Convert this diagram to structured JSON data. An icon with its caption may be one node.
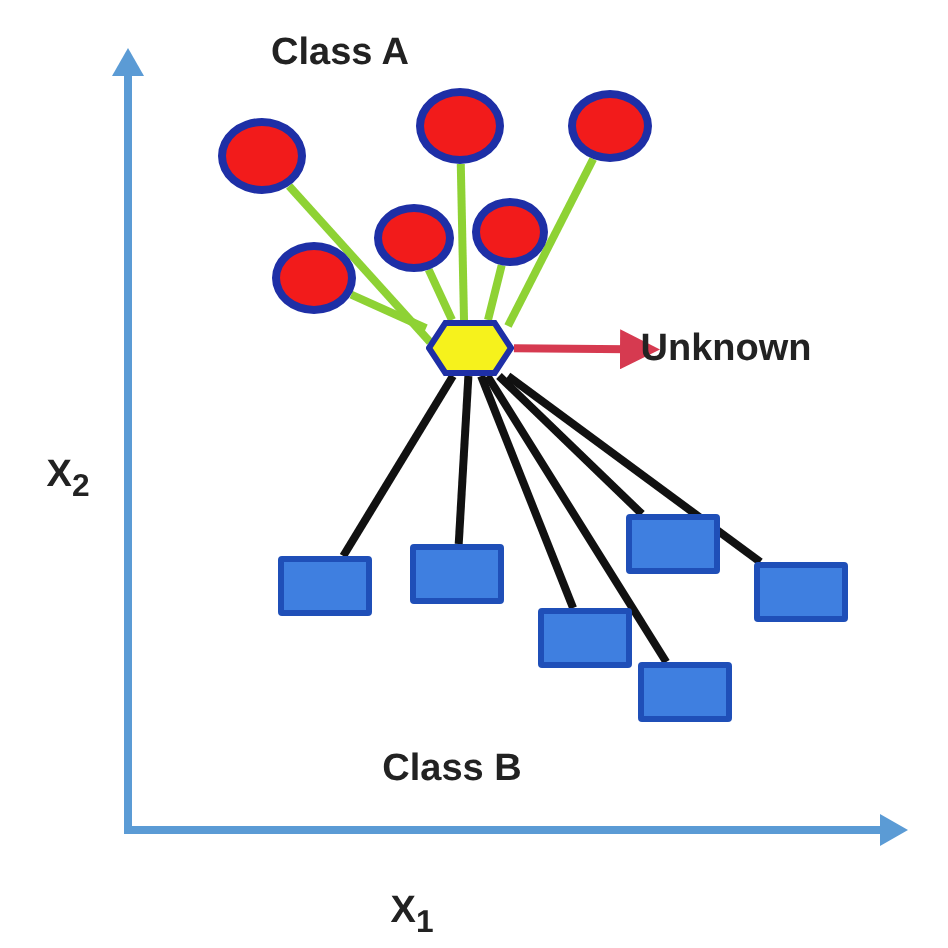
{
  "diagram": {
    "nodes": [
      {
        "text": [],
        "shape": "circle"
      },
      {
        "text": [],
        "shape": "circle"
      },
      {
        "text": [],
        "shape": "circle"
      },
      {
        "text": [],
        "shape": "circle"
      },
      {
        "text": [],
        "shape": "circle"
      },
      {
        "text": [],
        "shape": "circle"
      },
      {
        "text": [],
        "shape": "hexagon"
      },
      {
        "text": [
          "Unknown"
        ]
      },
      {
        "text": [],
        "shape": "box"
      },
      {
        "text": [],
        "shape": "box"
      },
      {
        "text": [],
        "shape": "box"
      },
      {
        "text": [],
        "shape": "box"
      },
      {
        "text": [],
        "shape": "box"
      },
      {
        "text": [],
        "shape": "box"
      }
    ],
    "edges": [
      {
        "from": 0,
        "to": 6,
        "arrow": "none",
        "color": "#8ed234"
      },
      {
        "from": 1,
        "to": 6,
        "arrow": "none",
        "color": "#8ed234"
      },
      {
        "from": 2,
        "to": 6,
        "arrow": "none",
        "color": "#8ed234"
      },
      {
        "from": 3,
        "to": 6,
        "arrow": "none",
        "color": "#8ed234"
      },
      {
        "from": 4,
        "to": 6,
        "arrow": "none",
        "color": "#8ed234"
      },
      {
        "from": 5,
        "to": 6,
        "arrow": "none",
        "color": "#8ed234"
      },
      {
        "from": 6,
        "to": 7,
        "arrow": "to",
        "color": "#d63a50"
      },
      {
        "from": 6,
        "to": 8,
        "arrow": "none",
        "color": "#111111"
      },
      {
        "from": 6,
        "to": 9,
        "arrow": "none",
        "color": "#111111"
      },
      {
        "from": 6,
        "to": 10,
        "arrow": "none",
        "color": "#111111"
      },
      {
        "from": 6,
        "to": 11,
        "arrow": "none",
        "color": "#111111"
      },
      {
        "from": 6,
        "to": 12,
        "arrow": "none",
        "color": "#111111"
      },
      {
        "from": 6,
        "to": 13,
        "arrow": "none",
        "color": "#111111"
      }
    ],
    "labels": [
      "Class A",
      "X$_{2}$",
      "Class B",
      "X$_{1}$"
    ]
  }
}
